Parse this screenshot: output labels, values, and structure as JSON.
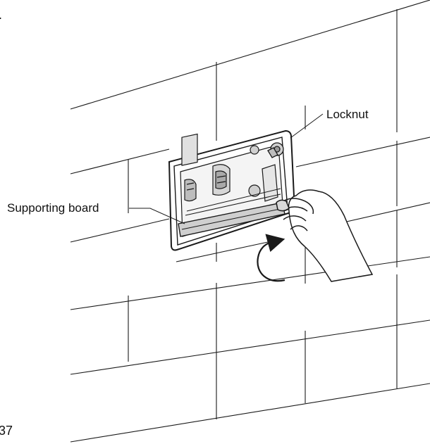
{
  "labels": {
    "locknut": "Locknut",
    "supporting_board": "Supporting board"
  },
  "page": {
    "corner_mark": ".",
    "number": "37"
  },
  "colors": {
    "line": "#1a1a1a",
    "background": "#ffffff",
    "panel_shade": "#cfcfcf"
  },
  "icons": {
    "rotation_arrow": "curved-arrow-icon"
  }
}
